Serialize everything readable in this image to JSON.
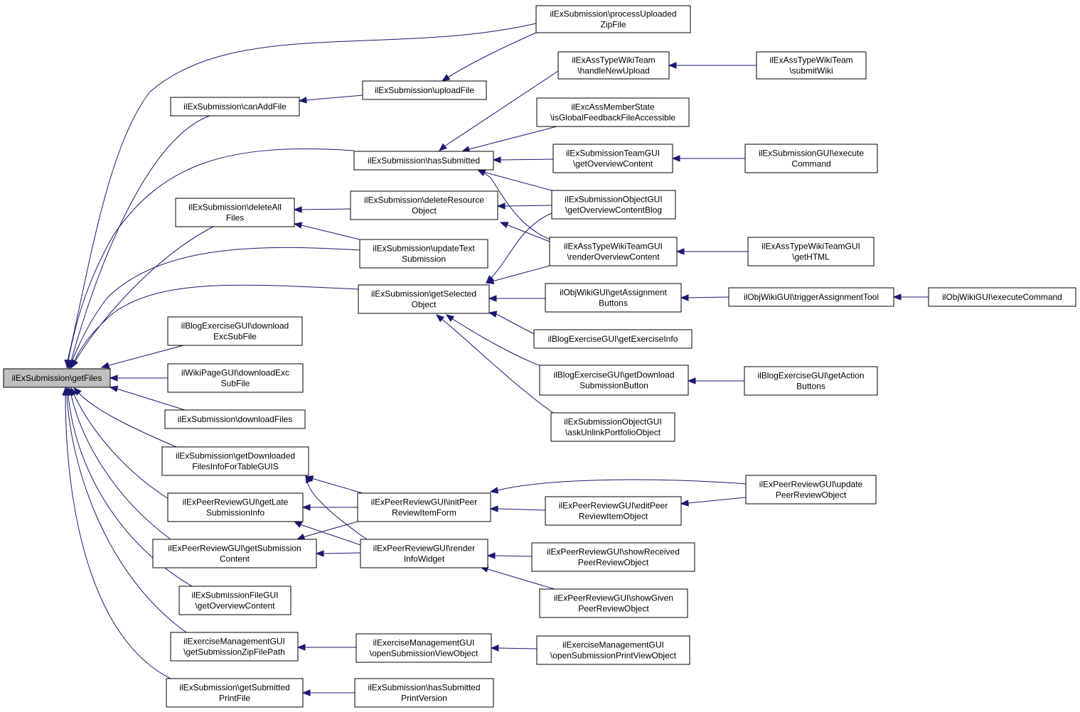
{
  "graph": {
    "edge_color": "#191970",
    "root_fill": "#bfbfbf",
    "nodes": [
      {
        "id": "n0",
        "lines": [
          "ilExSubmission\\getFiles"
        ],
        "root": true
      },
      {
        "id": "n1",
        "lines": [
          "ilExSubmission\\processUploaded",
          "ZipFile"
        ]
      },
      {
        "id": "n2",
        "lines": [
          "ilExSubmission\\canAddFile"
        ]
      },
      {
        "id": "n3",
        "lines": [
          "ilExSubmission\\uploadFile"
        ]
      },
      {
        "id": "n4",
        "lines": [
          "ilExSubmission\\hasSubmitted"
        ]
      },
      {
        "id": "n5",
        "lines": [
          "ilExAssTypeWikiTeam",
          "\\handleNewUpload"
        ]
      },
      {
        "id": "n6",
        "lines": [
          "ilExAssTypeWikiTeam",
          "\\submitWiki"
        ]
      },
      {
        "id": "n7",
        "lines": [
          "ilExcAssMemberState",
          "\\isGlobalFeedbackFileAccessible"
        ]
      },
      {
        "id": "n8",
        "lines": [
          "ilExSubmissionTeamGUI",
          "\\getOverviewContent"
        ]
      },
      {
        "id": "n9",
        "lines": [
          "ilExSubmissionGUI\\execute",
          "Command"
        ]
      },
      {
        "id": "n10",
        "lines": [
          "ilExSubmission\\deleteAll",
          "Files"
        ]
      },
      {
        "id": "n11",
        "lines": [
          "ilExSubmission\\deleteResource",
          "Object"
        ]
      },
      {
        "id": "n12",
        "lines": [
          "ilExSubmissionObjectGUI",
          "\\getOverviewContentBlog"
        ]
      },
      {
        "id": "n13",
        "lines": [
          "ilExSubmission\\updateText",
          "Submission"
        ]
      },
      {
        "id": "n14",
        "lines": [
          "ilExAssTypeWikiTeamGUI",
          "\\renderOverviewContent"
        ]
      },
      {
        "id": "n15",
        "lines": [
          "ilExAssTypeWikiTeamGUI",
          "\\getHTML"
        ]
      },
      {
        "id": "n16",
        "lines": [
          "ilExSubmission\\getSelected",
          "Object"
        ]
      },
      {
        "id": "n17",
        "lines": [
          "ilObjWikiGUI\\getAssignment",
          "Buttons"
        ]
      },
      {
        "id": "n18",
        "lines": [
          "ilObjWikiGUI\\triggerAssignmentTool"
        ]
      },
      {
        "id": "n19",
        "lines": [
          "ilObjWikiGUI\\executeCommand"
        ]
      },
      {
        "id": "n20",
        "lines": [
          "ilBlogExerciseGUI\\download",
          "ExcSubFile"
        ]
      },
      {
        "id": "n21",
        "lines": [
          "ilBlogExerciseGUI\\getExerciseInfo"
        ]
      },
      {
        "id": "n22",
        "lines": [
          "ilWikiPageGUI\\downloadExc",
          "SubFile"
        ]
      },
      {
        "id": "n23",
        "lines": [
          "ilBlogExerciseGUI\\getDownload",
          "SubmissionButton"
        ]
      },
      {
        "id": "n24",
        "lines": [
          "ilBlogExerciseGUI\\getAction",
          "Buttons"
        ]
      },
      {
        "id": "n25",
        "lines": [
          "ilExSubmission\\downloadFiles"
        ]
      },
      {
        "id": "n26",
        "lines": [
          "ilExSubmissionObjectGUI",
          "\\askUnlinkPortfolioObject"
        ]
      },
      {
        "id": "n27",
        "lines": [
          "ilExSubmission\\getDownloaded",
          "FilesInfoForTableGUIS"
        ]
      },
      {
        "id": "n28",
        "lines": [
          "ilExPeerReviewGUI\\update",
          "PeerReviewObject"
        ]
      },
      {
        "id": "n29",
        "lines": [
          "ilExPeerReviewGUI\\initPeer",
          "ReviewItemForm"
        ]
      },
      {
        "id": "n30",
        "lines": [
          "ilExPeerReviewGUI\\getLate",
          "SubmissionInfo"
        ]
      },
      {
        "id": "n31",
        "lines": [
          "ilExPeerReviewGUI\\editPeer",
          "ReviewItemObject"
        ]
      },
      {
        "id": "n32",
        "lines": [
          "ilExPeerReviewGUI\\getSubmission",
          "Content"
        ]
      },
      {
        "id": "n33",
        "lines": [
          "ilExPeerReviewGUI\\render",
          "InfoWidget"
        ]
      },
      {
        "id": "n34",
        "lines": [
          "ilExPeerReviewGUI\\showReceived",
          "PeerReviewObject"
        ]
      },
      {
        "id": "n35",
        "lines": [
          "ilExPeerReviewGUI\\showGiven",
          "PeerReviewObject"
        ]
      },
      {
        "id": "n36",
        "lines": [
          "ilExSubmissionFileGUI",
          "\\getOverviewContent"
        ]
      },
      {
        "id": "n37",
        "lines": [
          "ilExerciseManagementGUI",
          "\\getSubmissionZipFilePath"
        ]
      },
      {
        "id": "n38",
        "lines": [
          "ilExerciseManagementGUI",
          "\\openSubmissionViewObject"
        ]
      },
      {
        "id": "n39",
        "lines": [
          "ilExerciseManagementGUI",
          "\\openSubmissionPrintViewObject"
        ]
      },
      {
        "id": "n40",
        "lines": [
          "ilExSubmission\\getSubmitted",
          "PrintFile"
        ]
      },
      {
        "id": "n41",
        "lines": [
          "ilExSubmission\\hasSubmitted",
          "PrintVersion"
        ]
      }
    ]
  }
}
